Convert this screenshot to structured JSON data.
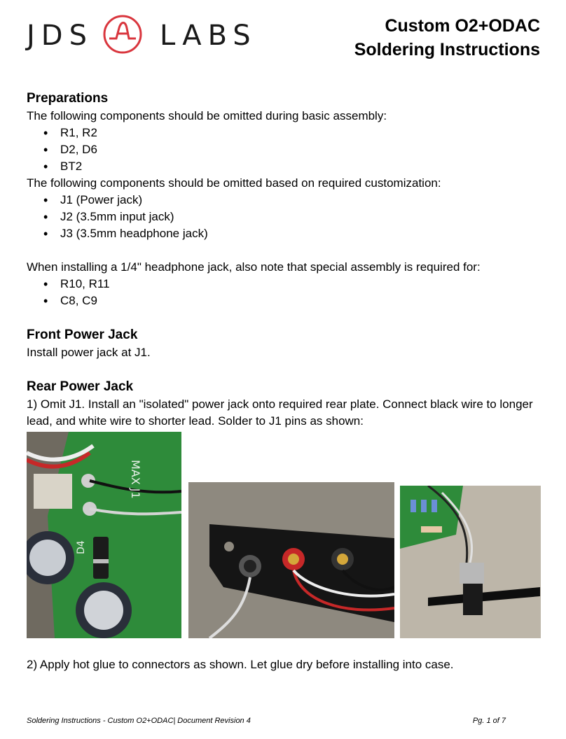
{
  "header": {
    "logo_left": "JDS",
    "logo_right": "LABS",
    "title_line1": "Custom O2+ODAC",
    "title_line2": "Soldering Instructions"
  },
  "preparations": {
    "heading": "Preparations",
    "intro1": "The following components should be omitted during basic assembly:",
    "list1": [
      "R1, R2",
      "D2, D6",
      "BT2"
    ],
    "intro2": "The following components should be omitted based on required customization:",
    "list2": [
      "J1 (Power jack)",
      "J2 (3.5mm input jack)",
      "J3 (3.5mm headphone jack)"
    ],
    "intro3": "When installing a 1/4\" headphone jack, also note that special assembly is required for:",
    "list3": [
      "R10, R11",
      "C8, C9"
    ]
  },
  "front_power": {
    "heading": "Front Power Jack",
    "text": "Install power jack at J1."
  },
  "rear_power": {
    "heading": "Rear Power Jack",
    "step1": "1) Omit J1. Install an \"isolated\" power jack onto required rear plate. Connect black wire to longer lead, and white wire to shorter lead. Solder to J1 pins as shown:",
    "step2": "2) Apply hot glue to connectors as shown. Let glue dry before installing into case."
  },
  "photo_labels": {
    "pcb_silkscreen": "MAX J1",
    "diode_label": "D4"
  },
  "footer": {
    "left": "Soldering Instructions - Custom O2+ODAC| Document Revision 4",
    "right": "Pg. 1 of 7"
  },
  "colors": {
    "logo_red": "#d9363e",
    "pcb_green": "#2e8b3a"
  }
}
